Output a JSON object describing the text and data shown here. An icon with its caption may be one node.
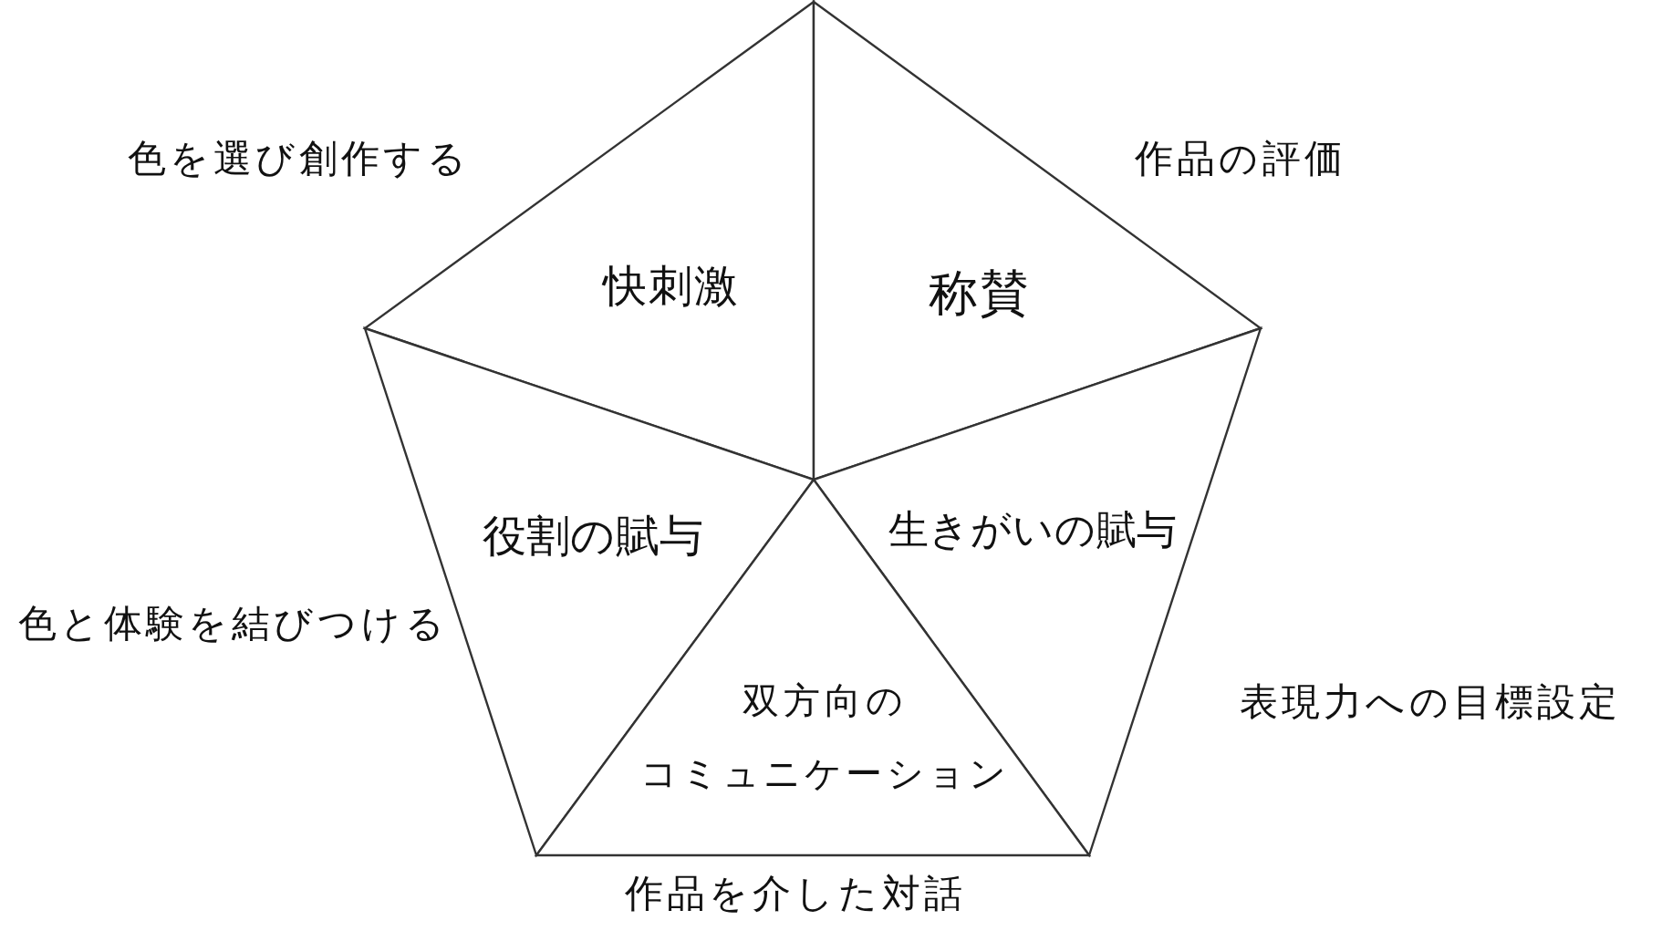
{
  "diagram": {
    "nodes": [
      {
        "text": [
          "快刺激"
        ],
        "beside": [
          "色を選び創作する"
        ]
      },
      {
        "text": [
          "称賛"
        ],
        "beside": [
          "作品の評価"
        ]
      },
      {
        "text": [
          "役割の賦与"
        ],
        "beside": [
          "色と体験を結びつける"
        ]
      },
      {
        "text": [
          "生きがいの賦与"
        ],
        "beside": [
          "表現力への目標設定"
        ]
      },
      {
        "text": [
          "双方向のコミュニケーション"
        ],
        "beside": [
          "作品を介した対話"
        ]
      }
    ]
  }
}
